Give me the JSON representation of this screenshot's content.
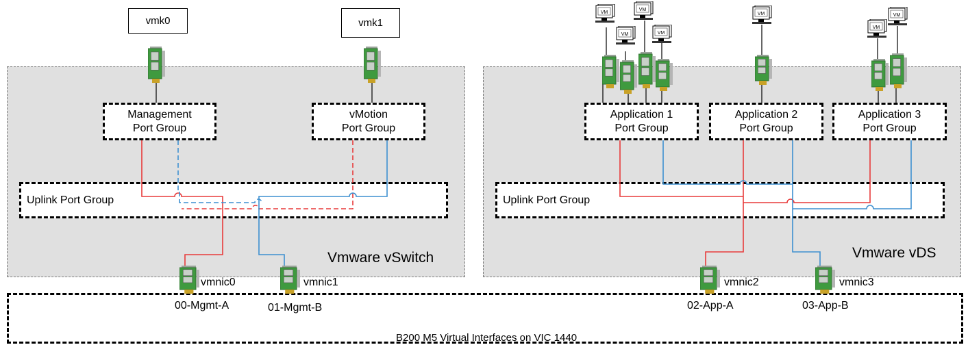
{
  "vmk": [
    "vmk0",
    "vmk1"
  ],
  "port_groups": {
    "mgmt": "Management\nPort Group",
    "vmotion": "vMotion\nPort Group",
    "app1": "Application 1\nPort Group",
    "app2": "Application 2\nPort Group",
    "app3": "Application 3\nPort Group"
  },
  "uplink_label": "Uplink Port Group",
  "switches": {
    "vswitch": "Vmware vSwitch",
    "vds": "Vmware vDS"
  },
  "vm_label": "VM",
  "vmnics": [
    "vmnic0",
    "vmnic1",
    "vmnic2",
    "vmnic3"
  ],
  "vnics": [
    "00-Mgmt-A",
    "01-Mgmt-B",
    "02-App-A",
    "03-App-B"
  ],
  "vic_label": "B200 M5 Virtual Interfaces on VIC 1440",
  "colors": {
    "fabric_a": "#e83a3a",
    "fabric_b": "#3d8fd0",
    "nic_board": "#3f9a3f",
    "nic_chip": "#c8d0c8"
  },
  "icons": {
    "nic": "network-card-icon",
    "vm": "vm-monitor-icon"
  }
}
